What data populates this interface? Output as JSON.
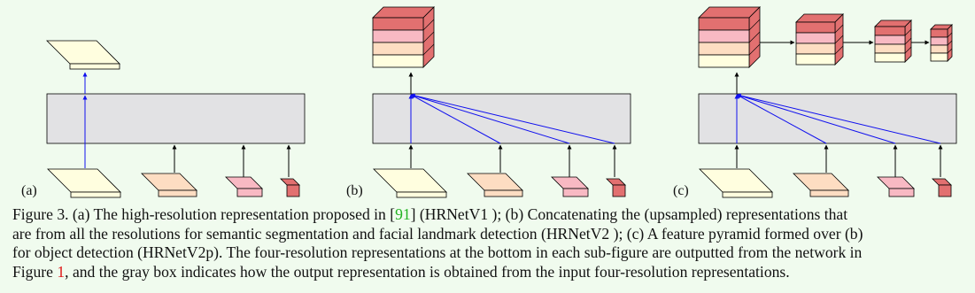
{
  "figure": {
    "panels": [
      {
        "id": "a",
        "label": "(a)"
      },
      {
        "id": "b",
        "label": "(b)"
      },
      {
        "id": "c",
        "label": "(c)"
      }
    ],
    "colors": {
      "highest_res": "#fffedf",
      "mid_res": "#fdddc2",
      "low_res": "#f8b9c3",
      "lowest_res": "#e27070",
      "gray_box": "#e2e2e4",
      "arrow_blue": "#1010ee",
      "arrow_black": "#000000",
      "background": "#f0fbee"
    }
  },
  "caption": {
    "line1_a": "Figure 3.   (a) The high-resolution representation proposed in [",
    "line1_ref": "91",
    "line1_b": "] (HRNetV1 ); (b) Concatenating the (upsampled) representations that",
    "line2": "are from all the resolutions for semantic segmentation and facial landmark detection (HRNetV2 ); (c) A feature pyramid formed over (b)",
    "line3": "for object detection (HRNetV2p). The four-resolution representations at the bottom in each sub-figure are outputted from the network in",
    "line4_a": "Figure ",
    "line4_ref": "1",
    "line4_b": ", and the gray box indicates how the output representation is obtained from the input four-resolution representations."
  }
}
